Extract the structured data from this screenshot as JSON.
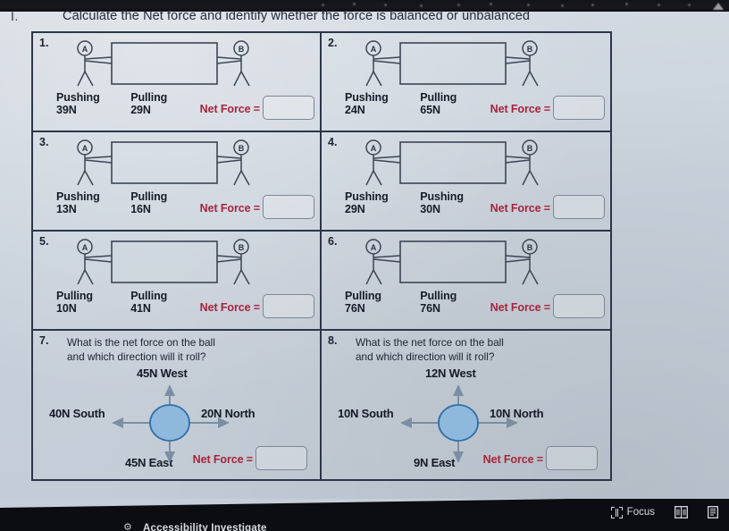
{
  "header": {
    "numeral": "I.",
    "title": "Calculate the Net force and identify whether the force is balanced or unbalanced"
  },
  "common": {
    "net_force_label": "Net Force =",
    "answer_placeholder": "",
    "figure_a_label": "A",
    "figure_b_label": "B"
  },
  "problems": [
    {
      "num": "1.",
      "left_action": "Pushing",
      "left_force": "39N",
      "right_action": "Pulling",
      "right_force": "29N",
      "net_force_label": "Net Force ="
    },
    {
      "num": "2.",
      "left_action": "Pushing",
      "left_force": "24N",
      "right_action": "Pulling",
      "right_force": "65N",
      "net_force_label": "Net Force ="
    },
    {
      "num": "3.",
      "left_action": "Pushing",
      "left_force": "13N",
      "right_action": "Pulling",
      "right_force": "16N",
      "net_force_label": "Net Force ="
    },
    {
      "num": "4.",
      "left_action": "Pushing",
      "left_force": "29N",
      "right_action": "Pushing",
      "right_force": "30N",
      "net_force_label": "Net Force ="
    },
    {
      "num": "5.",
      "left_action": "Pulling",
      "left_force": "10N",
      "right_action": "Pulling",
      "right_force": "41N",
      "net_force_label": "Net Force ="
    },
    {
      "num": "6.",
      "left_action": "Pulling",
      "left_force": "76N",
      "right_action": "Pulling",
      "right_force": "76N",
      "net_force_label": "Net Force ="
    }
  ],
  "ball_problems": [
    {
      "num": "7.",
      "question_line1": "What is the net force on the ball",
      "question_line2": "and which direction will it roll?",
      "up": "45N West",
      "left": "40N South",
      "right": "20N North",
      "down": "45N East",
      "net_force_label": "Net Force ="
    },
    {
      "num": "8.",
      "question_line1": "What is the net force on the ball",
      "question_line2": "and which direction will it roll?",
      "up": "12N West",
      "left": "10N South",
      "right": "10N North",
      "down": "9N East",
      "net_force_label": "Net Force ="
    }
  ],
  "bottom_bar": {
    "ghost_text": "Accessibility Investigate",
    "focus_label": "Focus",
    "icons": [
      "focus-frame-icon",
      "book-spread-icon",
      "single-page-icon"
    ]
  },
  "colors": {
    "page_background": "#c9d2dc",
    "table_border": "#2b3647",
    "net_force_text": "#a8243c",
    "body_text": "#1d2432",
    "ball_fill": "#8fb8dd",
    "ball_stroke": "#2f6fa8",
    "arrow": "#7b8ea3",
    "bar_background": "#0c0d10"
  }
}
